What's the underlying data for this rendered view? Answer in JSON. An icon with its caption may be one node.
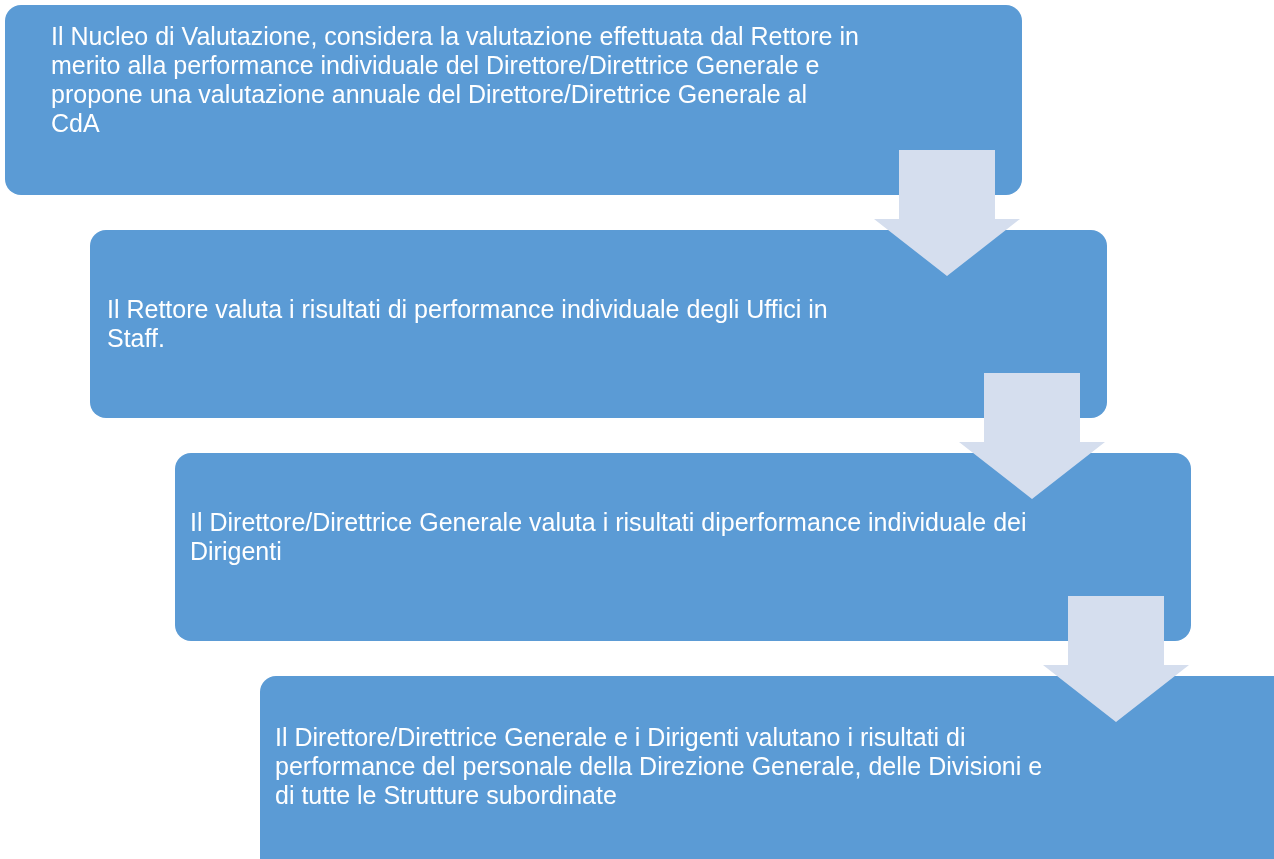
{
  "diagram": {
    "nodes": [
      {
        "text": [
          "Il Nucleo di Valutazione, considera la valutazione effettuata dal Rettore in merito alla performance individuale del Direttore/Direttrice Generale e propone una valutazione annuale del Direttore/Direttrice Generale al CdA"
        ]
      },
      {
        "text": [
          "Il Rettore valuta i risultati di performance individuale degli Uffici in Staff."
        ]
      },
      {
        "text": [
          "Il Direttore/Direttrice Generale valuta i risultati diperformance individuale dei Dirigenti"
        ]
      },
      {
        "text": [
          "Il Direttore/Direttrice Generale e i Dirigenti valutano i risultati di performance del personale della Direzione Generale, delle Divisioni e di tutte le Strutture subordinate"
        ]
      }
    ],
    "edges": [
      {
        "from": 0,
        "to": 1,
        "arrow": "to"
      },
      {
        "from": 1,
        "to": 2,
        "arrow": "to"
      },
      {
        "from": 2,
        "to": 3,
        "arrow": "to"
      }
    ]
  }
}
